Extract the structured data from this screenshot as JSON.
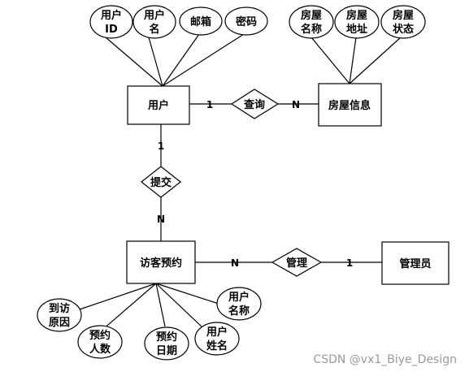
{
  "entities": {
    "user": "用户",
    "house_info": "房屋信息",
    "visitor_booking": "访客预约",
    "admin": "管理员"
  },
  "relationships": {
    "query": "查询",
    "submit": "提交",
    "manage": "管理"
  },
  "attributes": {
    "user_id": [
      "用户",
      "ID"
    ],
    "user_name": [
      "用户",
      "名"
    ],
    "email": [
      "邮箱"
    ],
    "password": [
      "密码"
    ],
    "house_name": [
      "房屋",
      "名称"
    ],
    "house_address": [
      "房屋",
      "地址"
    ],
    "house_status": [
      "房屋",
      "状态"
    ],
    "visit_reason": [
      "到访",
      "原因"
    ],
    "booking_count": [
      "预约",
      "人数"
    ],
    "booking_date": [
      "预约",
      "日期"
    ],
    "booked_user_name": [
      "用户",
      "姓名"
    ],
    "booked_user_title": [
      "用户",
      "名称"
    ]
  },
  "cardinalities": {
    "user_query": "1",
    "query_house": "N",
    "user_submit": "1",
    "submit_booking": "N",
    "booking_manage": "N",
    "manage_admin": "1"
  },
  "watermark": "CSDN @vx1_Biye_Design"
}
